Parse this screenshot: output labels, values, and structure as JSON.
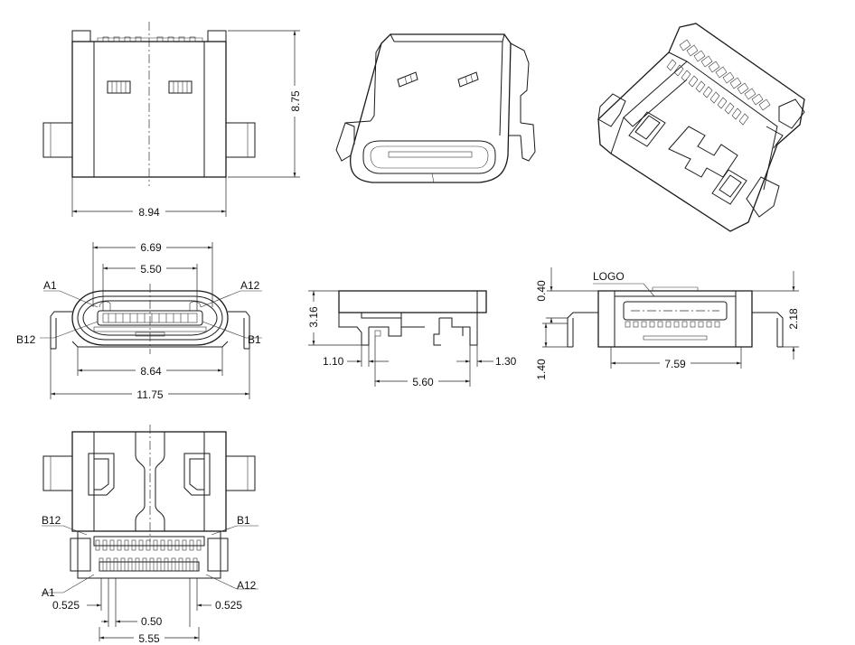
{
  "dimensions": {
    "top_height": "8.75",
    "top_width": "8.94",
    "front_inner": "6.69",
    "front_opening": "5.50",
    "front_body": "8.64",
    "front_overall": "11.75",
    "side_height": "3.16",
    "side_left": "1.10",
    "side_right": "1.30",
    "side_span": "5.60",
    "rear_top": "0.40",
    "rear_height": "2.18",
    "rear_low": "1.40",
    "rear_width": "7.59",
    "bottom_edge_left": "0.525",
    "bottom_edge_right": "0.525",
    "bottom_pitch": "0.50",
    "bottom_span": "5.55"
  },
  "labels": {
    "a1": "A1",
    "a12": "A12",
    "b1": "B1",
    "b12": "B12",
    "logo": "LOGO"
  }
}
